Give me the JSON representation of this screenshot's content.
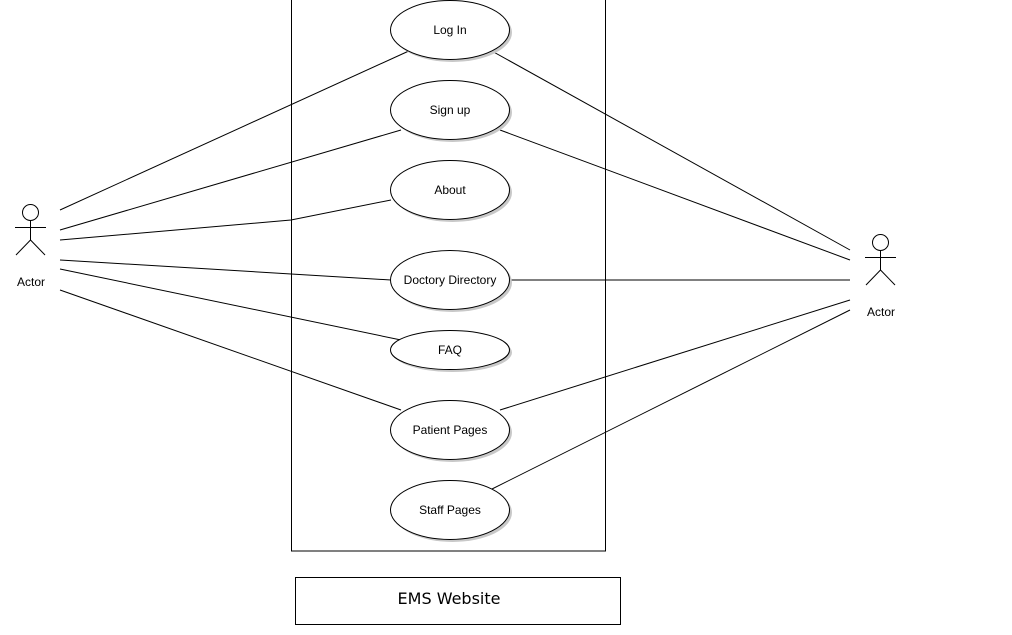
{
  "diagram": {
    "system_name": "EMS Website",
    "actors": [
      {
        "id": "actor-left",
        "label": "Actor"
      },
      {
        "id": "actor-right",
        "label": "Actor"
      }
    ],
    "use_cases": [
      {
        "id": "log-in",
        "label": "Log In"
      },
      {
        "id": "sign-up",
        "label": "Sign up"
      },
      {
        "id": "about",
        "label": "About"
      },
      {
        "id": "doctory-directory",
        "label": "Doctory Directory"
      },
      {
        "id": "faq",
        "label": "FAQ"
      },
      {
        "id": "patient-pages",
        "label": "Patient Pages"
      },
      {
        "id": "staff-pages",
        "label": "Staff Pages"
      }
    ],
    "associations": [
      {
        "from": "actor-left",
        "to": "log-in"
      },
      {
        "from": "actor-left",
        "to": "sign-up"
      },
      {
        "from": "actor-left",
        "to": "about"
      },
      {
        "from": "actor-left",
        "to": "doctory-directory"
      },
      {
        "from": "actor-left",
        "to": "faq"
      },
      {
        "from": "actor-left",
        "to": "patient-pages"
      },
      {
        "from": "actor-right",
        "to": "log-in"
      },
      {
        "from": "actor-right",
        "to": "sign-up"
      },
      {
        "from": "actor-right",
        "to": "doctory-directory"
      },
      {
        "from": "actor-right",
        "to": "patient-pages"
      },
      {
        "from": "actor-right",
        "to": "staff-pages"
      }
    ],
    "colors": {
      "stroke": "#000000",
      "fill": "#ffffff",
      "shadow": "#c8c8c8"
    }
  }
}
